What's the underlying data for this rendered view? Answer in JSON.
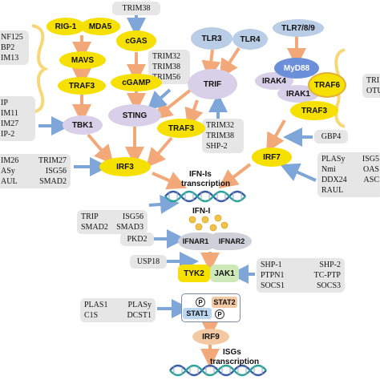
{
  "nodes": {
    "rig1": "RIG-1",
    "mda5": "MDA5",
    "mavs": "MAVS",
    "traf3_left": "TRAF3",
    "tbk1": "TBK1",
    "cgas": "cGAS",
    "cgamp": "cGAMP",
    "sting": "STING",
    "irf3": "IRF3",
    "tlr3": "TLR3",
    "tlr4": "TLR4",
    "trif": "TRIF",
    "traf3_mid": "TRAF3",
    "tlr789": "TLR7/8/9",
    "myd88": "MyD88",
    "irak4": "IRAK4",
    "traf6": "TRAF6",
    "irak1": "IRAK1",
    "traf3_right": "TRAF3",
    "irf7": "IRF7",
    "ifn_is_transcription_1": "IFN-Is",
    "ifn_is_transcription_2": "transcription",
    "ifn_i": "IFN-I",
    "ifnar1": "IFNAR1",
    "ifnar2": "IFNAR2",
    "tyk2": "TYK2",
    "jak1": "JAK1",
    "p_left": "P",
    "p_right": "P",
    "stat1": "STAT1",
    "stat2": "STAT2",
    "irf9": "IRF9",
    "isgs_transcription_1": "ISGs",
    "isgs_transcription_2": "transcription"
  },
  "regulators": {
    "trim38_top": "TRIM38",
    "left_cut": [
      "NF125",
      "BP2",
      "IM13"
    ],
    "cgamp_regs": [
      "TRIM32",
      "TRIM38",
      "TRIM56"
    ],
    "tbk1_regs": [
      "IP",
      "IM11",
      "IM27",
      "IP-2"
    ],
    "trif_regs": [
      "TRIM32",
      "TRIM38",
      "SHP-2"
    ],
    "gbp4": "GBP4",
    "right_cut_top": [
      "TRI",
      "OTU"
    ],
    "irf3_left_rows": [
      [
        "IM26",
        "TRIM27"
      ],
      [
        "ASy",
        "ISG56"
      ],
      [
        "AUL",
        "SMAD2"
      ]
    ],
    "irf3_bottom_rows": [
      [
        "TRIP",
        "ISG56"
      ],
      [
        "SMAD2",
        "SMAD3"
      ]
    ],
    "irf7_rows": [
      [
        "PLASy",
        "ISG5"
      ],
      [
        "Nmi",
        "OAS"
      ],
      [
        "DDX24",
        "ASC"
      ],
      [
        "RAUL",
        ""
      ]
    ],
    "pkd2": "PKD2",
    "usp18": "USP18",
    "jak_rows": [
      [
        "SHP-1",
        "SHP-2"
      ],
      [
        "PTPN1",
        "TC-PTP"
      ],
      [
        "SOCS1",
        "SOCS3"
      ]
    ],
    "stat_rows": [
      [
        "PLAS1",
        "PLASy"
      ],
      [
        "C1S",
        "DCST1"
      ]
    ]
  },
  "colors": {
    "yellow": "#f6e000",
    "lilac": "#d8d0e8",
    "blue_node": "#b9cde6",
    "myd88": "#6b8fd8",
    "traf6_border": "#e2b23a",
    "box_gray": "#e6e6e6",
    "orange_arrow": "#f2a879",
    "blue_arrow": "#7ea6d8",
    "bracket": "#f7d878",
    "dna_blue": "#3a5da8",
    "dna_teal": "#2aa39a",
    "ifn_dot": "#f0c44a",
    "tyk_jak_green": "#cfe8b8",
    "stat_blue": "#bcd6ef",
    "stat_orange": "#f3c9a3"
  }
}
